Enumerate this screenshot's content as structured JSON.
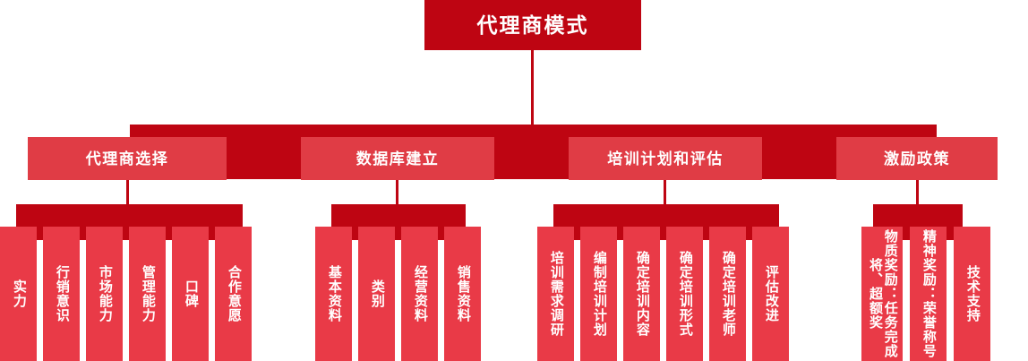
{
  "diagram": {
    "type": "organizational-tree",
    "title": "代理商模式",
    "colors": {
      "dark_red": "#BE0512",
      "mid_red": "#E03C45",
      "leaf_red": "#E93A47",
      "text": "#FFFFFF",
      "background": "#FFFFFF"
    },
    "branches": [
      {
        "label": "代理商选择",
        "leaves": [
          {
            "text": "实力"
          },
          {
            "text": "行销意识"
          },
          {
            "text": "市场能力"
          },
          {
            "text": "管理能力"
          },
          {
            "text": "口碑"
          },
          {
            "text": "合作意愿"
          }
        ]
      },
      {
        "label": "数据库建立",
        "leaves": [
          {
            "text": "基本资料"
          },
          {
            "text": "类别"
          },
          {
            "text": "经营资料"
          },
          {
            "text": "销售资料"
          }
        ]
      },
      {
        "label": "培训计划和评估",
        "leaves": [
          {
            "text": "培训需求调研"
          },
          {
            "text": "编制培训计划"
          },
          {
            "text": "确定培训内容"
          },
          {
            "text": "确定培训形式"
          },
          {
            "text": "确定培训老师"
          },
          {
            "text": "评估改进"
          }
        ]
      },
      {
        "label": "激励政策",
        "leaves": [
          {
            "text": "物质奖励：任务完成将、超额奖"
          },
          {
            "text": "精神奖励：荣誉称号"
          },
          {
            "text": "技术支持"
          }
        ]
      }
    ]
  }
}
